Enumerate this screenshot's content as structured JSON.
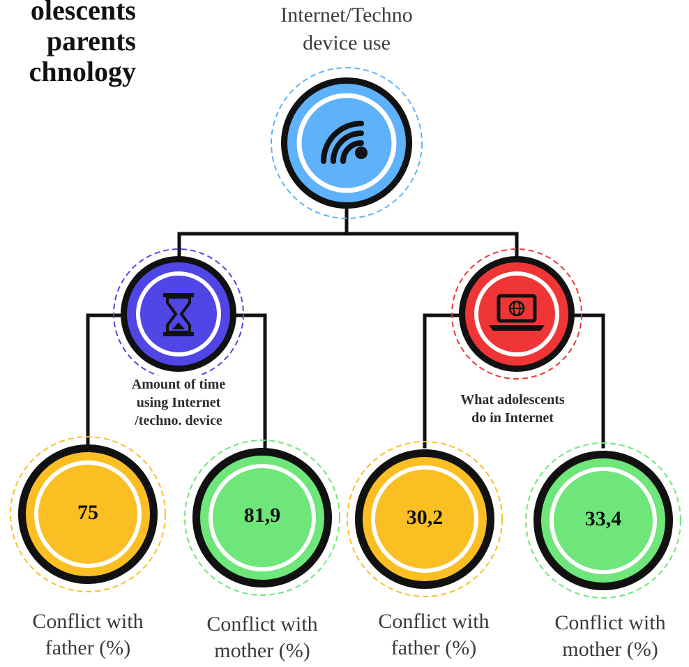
{
  "title": {
    "lines": [
      "olescents",
      "parents",
      "chnology"
    ]
  },
  "root": {
    "label_line1": "Internet/Techno",
    "label_line2": "device use",
    "icon": "wifi-signal-icon",
    "color": "#5eb1fb"
  },
  "branches": [
    {
      "label_lines": [
        "Amount of time",
        "using Internet",
        "/techno. device"
      ],
      "icon": "hourglass-icon",
      "color": "#4f46e5",
      "leaves": [
        {
          "value": "75",
          "caption_line1": "Conflict with",
          "caption_line2": "father (%)",
          "color": "#fbbf24"
        },
        {
          "value": "81,9",
          "caption_line1": "Conflict with",
          "caption_line2": "mother (%)",
          "color": "#6ee67a"
        }
      ]
    },
    {
      "label_lines": [
        "What adolescents",
        "do in Internet"
      ],
      "icon": "laptop-globe-icon",
      "color": "#ef3535",
      "leaves": [
        {
          "value": "30,2",
          "caption_line1": "Conflict with",
          "caption_line2": "father (%)",
          "color": "#fbbf24"
        },
        {
          "value": "33,4",
          "caption_line1": "Conflict with",
          "caption_line2": "mother (%)",
          "color": "#6ee67a"
        }
      ]
    }
  ]
}
